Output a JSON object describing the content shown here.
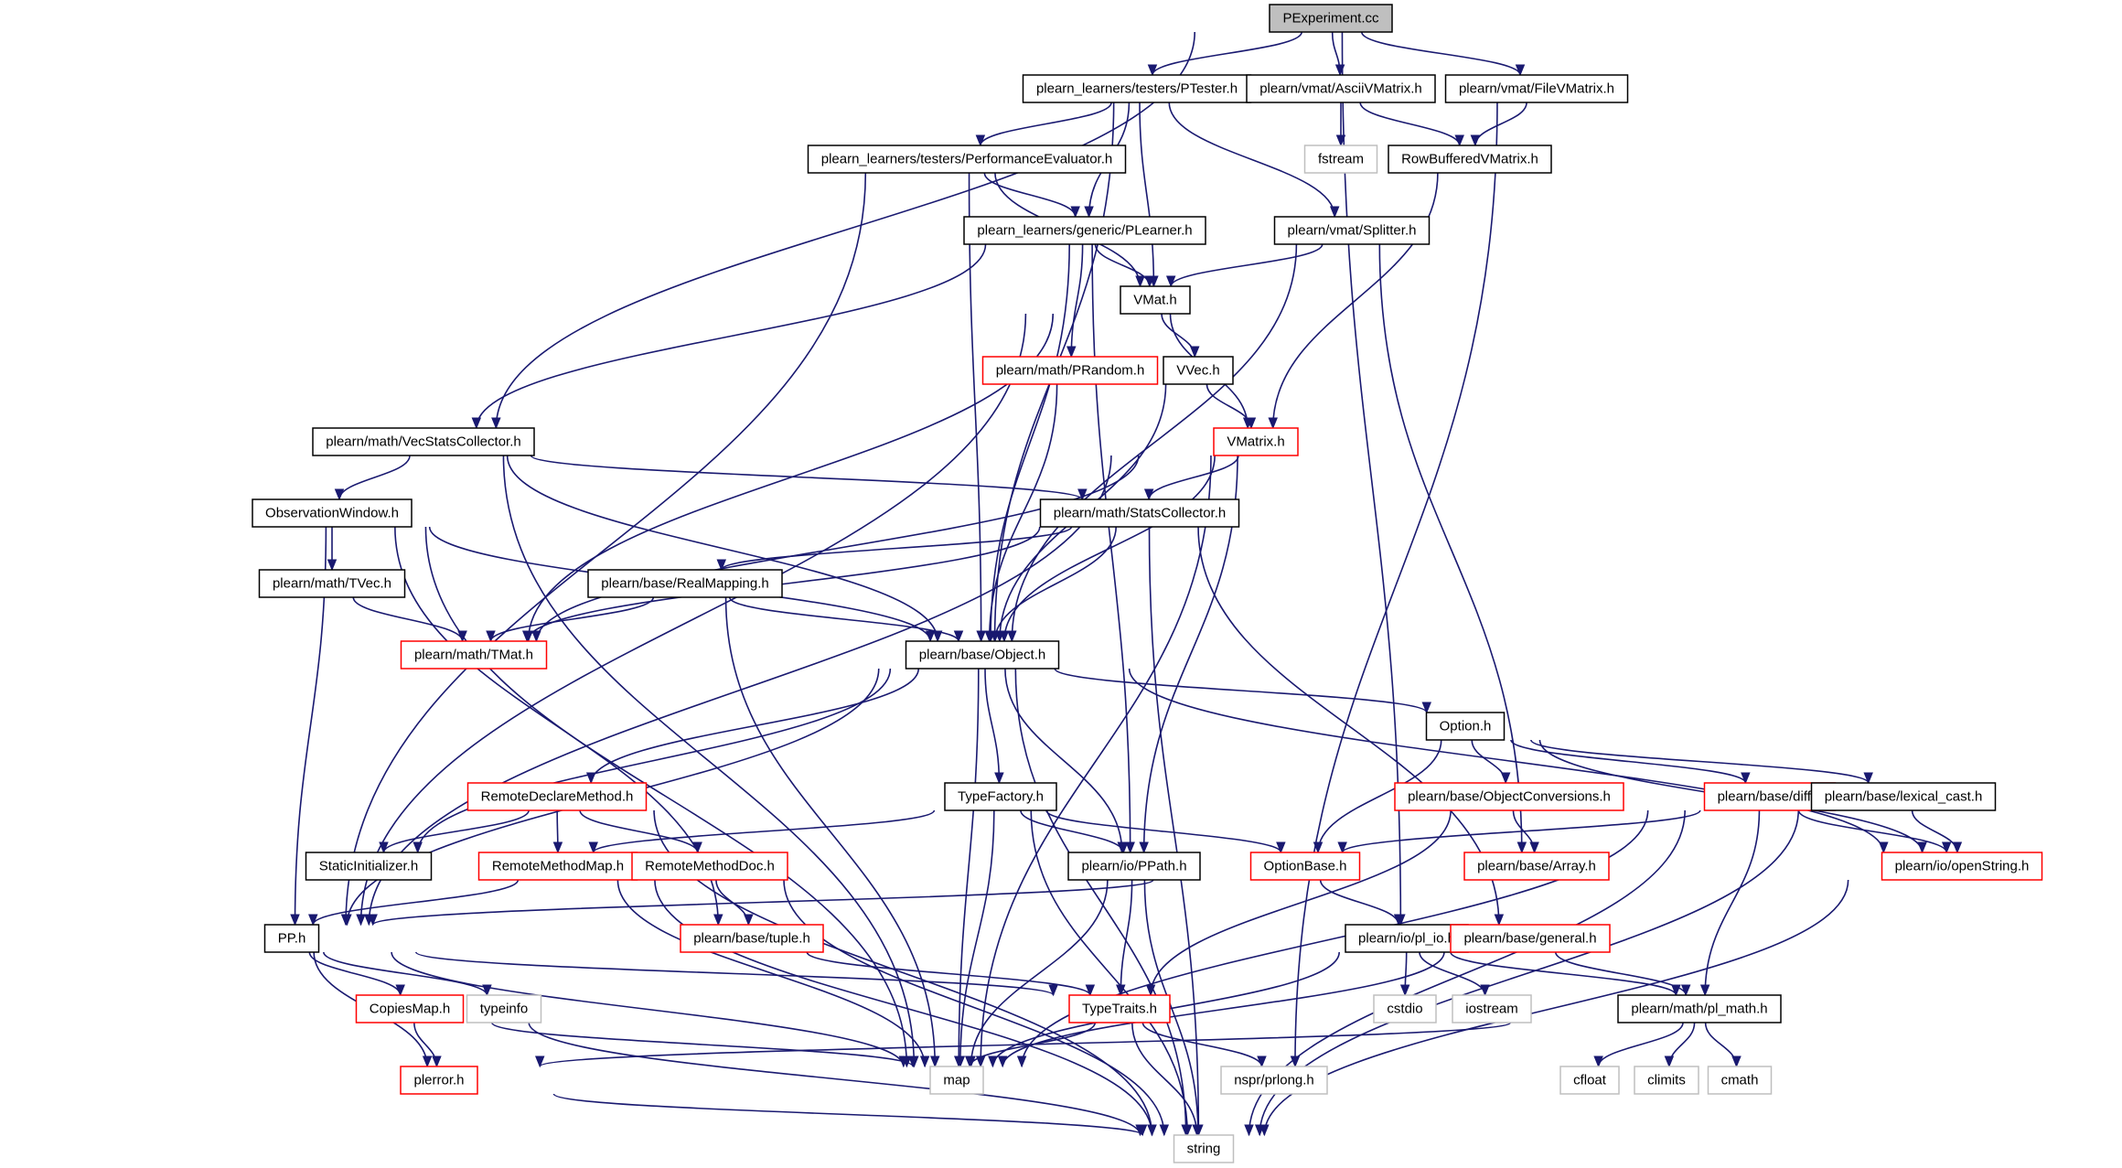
{
  "diagram": {
    "colors": {
      "edge": "#191970",
      "border_normal": "#000000",
      "border_truncated": "#ff0000",
      "border_system": "#bfbfbf",
      "root_fill": "#bfbfbf",
      "node_fill": "#ffffff",
      "text": "#000000"
    },
    "nodes": [
      {
        "id": "pexp",
        "label": "PExperiment.cc",
        "kind": "root"
      },
      {
        "id": "ptester",
        "label": "plearn_learners/testers/PTester.h",
        "kind": "normal"
      },
      {
        "id": "ascii",
        "label": "plearn/vmat/AsciiVMatrix.h",
        "kind": "normal"
      },
      {
        "id": "filevm",
        "label": "plearn/vmat/FileVMatrix.h",
        "kind": "normal"
      },
      {
        "id": "fstream",
        "label": "fstream",
        "kind": "system"
      },
      {
        "id": "rowbuf",
        "label": "RowBufferedVMatrix.h",
        "kind": "normal"
      },
      {
        "id": "perfeval",
        "label": "plearn_learners/testers/PerformanceEvaluator.h",
        "kind": "normal"
      },
      {
        "id": "plearner",
        "label": "plearn_learners/generic/PLearner.h",
        "kind": "normal"
      },
      {
        "id": "splitter",
        "label": "plearn/vmat/Splitter.h",
        "kind": "normal"
      },
      {
        "id": "vmat",
        "label": "VMat.h",
        "kind": "normal"
      },
      {
        "id": "prandom",
        "label": "plearn/math/PRandom.h",
        "kind": "truncated"
      },
      {
        "id": "vvec",
        "label": "VVec.h",
        "kind": "normal"
      },
      {
        "id": "vmatrix",
        "label": "VMatrix.h",
        "kind": "truncated"
      },
      {
        "id": "vecstats",
        "label": "plearn/math/VecStatsCollector.h",
        "kind": "normal"
      },
      {
        "id": "obswin",
        "label": "ObservationWindow.h",
        "kind": "normal"
      },
      {
        "id": "statscol",
        "label": "plearn/math/StatsCollector.h",
        "kind": "normal"
      },
      {
        "id": "tvec",
        "label": "plearn/math/TVec.h",
        "kind": "normal"
      },
      {
        "id": "realmap",
        "label": "plearn/base/RealMapping.h",
        "kind": "normal"
      },
      {
        "id": "tmat",
        "label": "plearn/math/TMat.h",
        "kind": "truncated"
      },
      {
        "id": "object",
        "label": "plearn/base/Object.h",
        "kind": "normal"
      },
      {
        "id": "option",
        "label": "Option.h",
        "kind": "normal"
      },
      {
        "id": "remotedecl",
        "label": "RemoteDeclareMethod.h",
        "kind": "truncated"
      },
      {
        "id": "typefactory",
        "label": "TypeFactory.h",
        "kind": "normal"
      },
      {
        "id": "objconv",
        "label": "plearn/base/ObjectConversions.h",
        "kind": "truncated"
      },
      {
        "id": "diff",
        "label": "plearn/base/diff.h",
        "kind": "truncated"
      },
      {
        "id": "lexcast",
        "label": "plearn/base/lexical_cast.h",
        "kind": "normal"
      },
      {
        "id": "staticinit",
        "label": "StaticInitializer.h",
        "kind": "normal"
      },
      {
        "id": "remotemap",
        "label": "RemoteMethodMap.h",
        "kind": "truncated"
      },
      {
        "id": "remotedoc",
        "label": "RemoteMethodDoc.h",
        "kind": "truncated"
      },
      {
        "id": "ppath",
        "label": "plearn/io/PPath.h",
        "kind": "normal"
      },
      {
        "id": "optionbase",
        "label": "OptionBase.h",
        "kind": "truncated"
      },
      {
        "id": "array",
        "label": "plearn/base/Array.h",
        "kind": "truncated"
      },
      {
        "id": "openstring",
        "label": "plearn/io/openString.h",
        "kind": "truncated"
      },
      {
        "id": "pp",
        "label": "PP.h",
        "kind": "normal"
      },
      {
        "id": "tuple",
        "label": "plearn/base/tuple.h",
        "kind": "truncated"
      },
      {
        "id": "plio",
        "label": "plearn/io/pl_io.h",
        "kind": "normal"
      },
      {
        "id": "general",
        "label": "plearn/base/general.h",
        "kind": "truncated"
      },
      {
        "id": "copiesmap",
        "label": "CopiesMap.h",
        "kind": "truncated"
      },
      {
        "id": "typeinfo",
        "label": "typeinfo",
        "kind": "system"
      },
      {
        "id": "typetraits",
        "label": "TypeTraits.h",
        "kind": "truncated"
      },
      {
        "id": "cstdio",
        "label": "cstdio",
        "kind": "system"
      },
      {
        "id": "iostream",
        "label": "iostream",
        "kind": "system"
      },
      {
        "id": "plmath",
        "label": "plearn/math/pl_math.h",
        "kind": "normal"
      },
      {
        "id": "perror",
        "label": "plerror.h",
        "kind": "truncated"
      },
      {
        "id": "map",
        "label": "map",
        "kind": "system"
      },
      {
        "id": "prlong",
        "label": "nspr/prlong.h",
        "kind": "system"
      },
      {
        "id": "cfloat",
        "label": "cfloat",
        "kind": "system"
      },
      {
        "id": "climits",
        "label": "climits",
        "kind": "system"
      },
      {
        "id": "cmath",
        "label": "cmath",
        "kind": "system"
      },
      {
        "id": "string",
        "label": "string",
        "kind": "system"
      }
    ],
    "edges": [
      [
        "pexp",
        "ptester"
      ],
      [
        "pexp",
        "ascii"
      ],
      [
        "pexp",
        "filevm"
      ],
      [
        "pexp",
        "vecstats"
      ],
      [
        "pexp",
        "plio"
      ],
      [
        "ptester",
        "perfeval"
      ],
      [
        "ptester",
        "plearner"
      ],
      [
        "ptester",
        "splitter"
      ],
      [
        "ptester",
        "vmat"
      ],
      [
        "ptester",
        "object"
      ],
      [
        "ascii",
        "fstream"
      ],
      [
        "ascii",
        "rowbuf"
      ],
      [
        "filevm",
        "rowbuf"
      ],
      [
        "filevm",
        "prlong"
      ],
      [
        "rowbuf",
        "vmatrix"
      ],
      [
        "perfeval",
        "plearner"
      ],
      [
        "perfeval",
        "vmat"
      ],
      [
        "perfeval",
        "object"
      ],
      [
        "perfeval",
        "pp"
      ],
      [
        "plearner",
        "vmat"
      ],
      [
        "plearner",
        "prandom"
      ],
      [
        "plearner",
        "vecstats"
      ],
      [
        "plearner",
        "object"
      ],
      [
        "plearner",
        "ppath"
      ],
      [
        "splitter",
        "vmat"
      ],
      [
        "splitter",
        "object"
      ],
      [
        "splitter",
        "array"
      ],
      [
        "vmat",
        "vvec"
      ],
      [
        "vmat",
        "vmatrix"
      ],
      [
        "vmat",
        "tmat"
      ],
      [
        "vmat",
        "pp"
      ],
      [
        "prandom",
        "object"
      ],
      [
        "vvec",
        "vmatrix"
      ],
      [
        "vvec",
        "object"
      ],
      [
        "vmatrix",
        "statscol"
      ],
      [
        "vmatrix",
        "tmat"
      ],
      [
        "vmatrix",
        "object"
      ],
      [
        "vmatrix",
        "ppath"
      ],
      [
        "vmatrix",
        "map"
      ],
      [
        "vmatrix",
        "pp"
      ],
      [
        "vecstats",
        "obswin"
      ],
      [
        "vecstats",
        "statscol"
      ],
      [
        "vecstats",
        "object"
      ],
      [
        "vecstats",
        "map"
      ],
      [
        "obswin",
        "tvec"
      ],
      [
        "obswin",
        "object"
      ],
      [
        "obswin",
        "tuple"
      ],
      [
        "obswin",
        "pp"
      ],
      [
        "obswin",
        "map"
      ],
      [
        "statscol",
        "realmap"
      ],
      [
        "statscol",
        "tmat"
      ],
      [
        "statscol",
        "object"
      ],
      [
        "statscol",
        "general"
      ],
      [
        "statscol",
        "string"
      ],
      [
        "tvec",
        "tmat"
      ],
      [
        "realmap",
        "tmat"
      ],
      [
        "realmap",
        "object"
      ],
      [
        "realmap",
        "map"
      ],
      [
        "object",
        "option"
      ],
      [
        "object",
        "remotedecl"
      ],
      [
        "object",
        "typefactory"
      ],
      [
        "object",
        "staticinit"
      ],
      [
        "object",
        "ppath"
      ],
      [
        "object",
        "pp"
      ],
      [
        "object",
        "map"
      ],
      [
        "object",
        "openstring"
      ],
      [
        "object",
        "string"
      ],
      [
        "option",
        "objconv"
      ],
      [
        "option",
        "diff"
      ],
      [
        "option",
        "lexcast"
      ],
      [
        "option",
        "optionbase"
      ],
      [
        "option",
        "openstring"
      ],
      [
        "remotedecl",
        "staticinit"
      ],
      [
        "remotedecl",
        "remotemap"
      ],
      [
        "remotedecl",
        "remotedoc"
      ],
      [
        "remotedecl",
        "string"
      ],
      [
        "typefactory",
        "remotemap"
      ],
      [
        "typefactory",
        "ppath"
      ],
      [
        "typefactory",
        "optionbase"
      ],
      [
        "typefactory",
        "map"
      ],
      [
        "typefactory",
        "string"
      ],
      [
        "objconv",
        "array"
      ],
      [
        "objconv",
        "typetraits"
      ],
      [
        "diff",
        "optionbase"
      ],
      [
        "diff",
        "openstring"
      ],
      [
        "diff",
        "plmath"
      ],
      [
        "diff",
        "map"
      ],
      [
        "diff",
        "string"
      ],
      [
        "lexcast",
        "openstring"
      ],
      [
        "lexcast",
        "string"
      ],
      [
        "remotemap",
        "pp"
      ],
      [
        "remotemap",
        "map"
      ],
      [
        "remotemap",
        "string"
      ],
      [
        "remotedoc",
        "tuple"
      ],
      [
        "remotedoc",
        "string"
      ],
      [
        "ppath",
        "typetraits"
      ],
      [
        "ppath",
        "map"
      ],
      [
        "ppath",
        "string"
      ],
      [
        "optionbase",
        "pp"
      ],
      [
        "optionbase",
        "plio"
      ],
      [
        "openstring",
        "string"
      ],
      [
        "pp",
        "copiesmap"
      ],
      [
        "pp",
        "typeinfo"
      ],
      [
        "pp",
        "typetraits"
      ],
      [
        "pp",
        "perror"
      ],
      [
        "pp",
        "map"
      ],
      [
        "tuple",
        "typetraits"
      ],
      [
        "plio",
        "cstdio"
      ],
      [
        "plio",
        "iostream"
      ],
      [
        "plio",
        "plmath"
      ],
      [
        "plio",
        "map"
      ],
      [
        "general",
        "plmath"
      ],
      [
        "general",
        "map"
      ],
      [
        "copiesmap",
        "perror"
      ],
      [
        "copiesmap",
        "map"
      ],
      [
        "copiesmap",
        "string"
      ],
      [
        "typetraits",
        "map"
      ],
      [
        "typetraits",
        "prlong"
      ],
      [
        "typetraits",
        "string"
      ],
      [
        "plmath",
        "perror"
      ],
      [
        "plmath",
        "cfloat"
      ],
      [
        "plmath",
        "climits"
      ],
      [
        "plmath",
        "cmath"
      ],
      [
        "perror",
        "string"
      ]
    ]
  }
}
